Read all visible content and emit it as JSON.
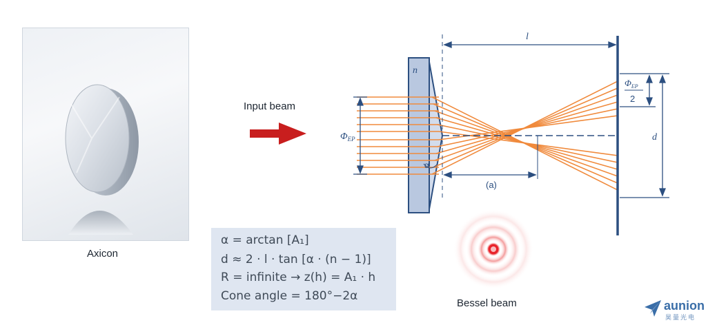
{
  "photo": {
    "caption": "Axicon"
  },
  "input": {
    "caption": "Input beam"
  },
  "diagram": {
    "lens_index_label": "n",
    "distance_label": "l",
    "half_diameter_label_num": "Φ",
    "half_diameter_label_sub": "EP",
    "half_diameter_label_den": "2",
    "input_diameter_label": "Φ",
    "input_diameter_sub": "EP",
    "output_diameter_label": "d",
    "zone_label": "(a)",
    "angle_label": "α"
  },
  "formulas": {
    "line1": "α = arctan [A₁]",
    "line2": "d ≈ 2 · l · tan [α · (n − 1)]",
    "line3": "R = infinite → z(h) =  A₁ · h",
    "line4": "Cone angle = 180°−2α"
  },
  "bessel": {
    "caption": "Bessel beam"
  },
  "logo": {
    "name": "aunion",
    "subtitle": "昊量光电"
  },
  "colors": {
    "beam": "#f08a3c",
    "line": "#2c4f80",
    "arrow": "#c81e1e",
    "formula_bg": "#dfe6f1",
    "bessel": "#e8232a"
  }
}
